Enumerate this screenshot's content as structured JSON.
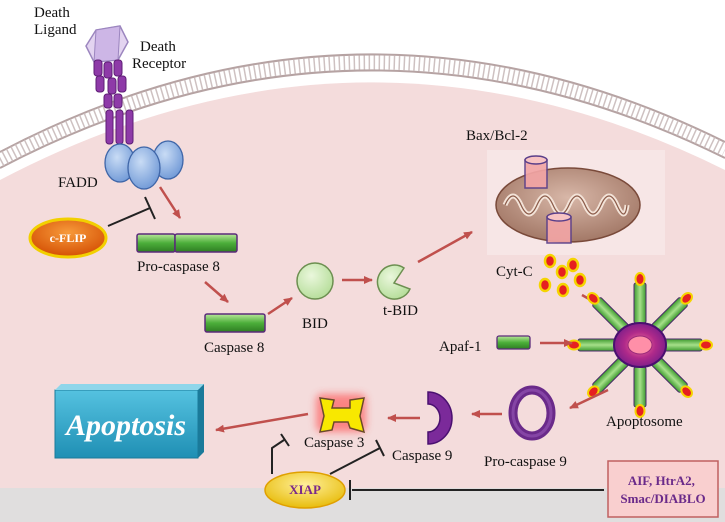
{
  "labels": {
    "death_ligand": "Death\nLigand",
    "death_receptor": "Death\nReceptor",
    "fadd": "FADD",
    "cflip": "c-FLIP",
    "procaspase8": "Pro-caspase 8",
    "caspase8": "Caspase 8",
    "bid": "BID",
    "tbid": "t-BID",
    "baxbcl2": "Bax/Bcl-2",
    "cytc": "Cyt-C",
    "apaf1": "Apaf-1",
    "apoptosome": "Apoptosome",
    "procaspase9": "Pro-caspase 9",
    "caspase9": "Caspase 9",
    "caspase3": "Caspase 3",
    "apoptosis": "Apoptosis",
    "xiap": "XIAP",
    "aif": "AIF, HtrA2,\nSmac/DIABLO"
  },
  "colors": {
    "cytoplasm": "#f5dede",
    "membrane": "#a89090",
    "arrow": "#c0504d",
    "apoptosis_box": "#2aa6c8",
    "green": "#6cc04a",
    "purple": "#7b2a9a",
    "fadd": "#7ea6e0",
    "cflip": "#e06010",
    "xiap": "#f2c200",
    "aif_box": "#f7cccc"
  }
}
